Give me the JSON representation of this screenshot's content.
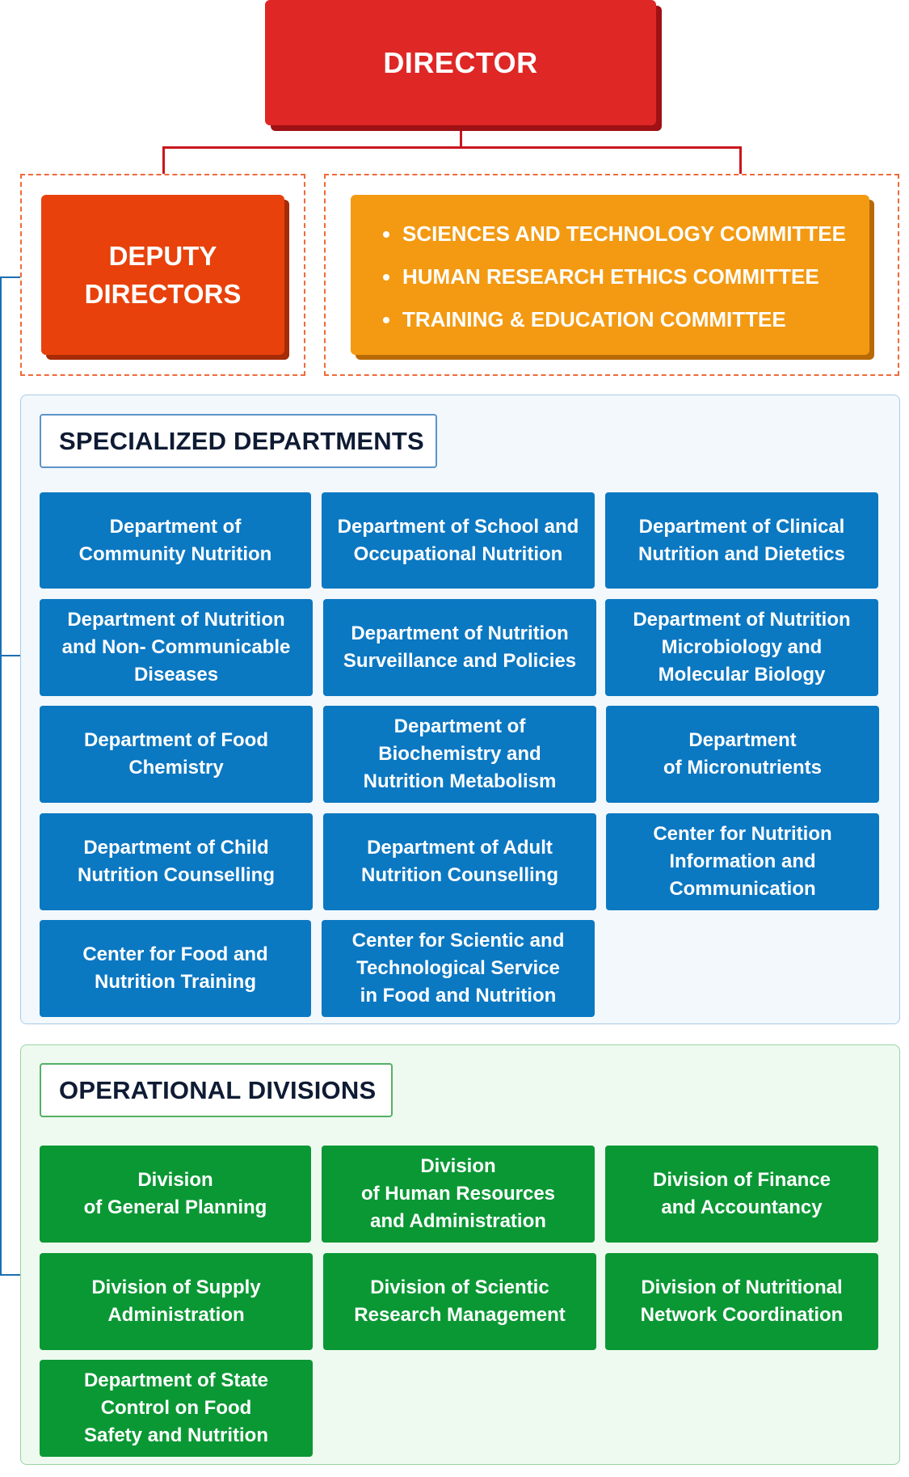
{
  "director": {
    "label": "DIRECTOR"
  },
  "deputy": {
    "line1": "DEPUTY",
    "line2": "DIRECTORS"
  },
  "committees": [
    "SCIENCES AND TECHNOLOGY COMMITTEE",
    "HUMAN RESEARCH ETHICS COMMITTEE",
    "TRAINING & EDUCATION COMMITTEE"
  ],
  "specialized": {
    "title": "SPECIALIZED DEPARTMENTS",
    "items": [
      "Department of\nCommunity Nutrition",
      "Department of School and\nOccupational Nutrition",
      "Department of Clinical\nNutrition and Dietetics",
      "Department of Nutrition\nand Non- Communicable\nDiseases",
      "Department of Nutrition\nSurveillance and Policies",
      "Department of Nutrition\nMicrobiology and\nMolecular Biology",
      "Department of Food\nChemistry",
      "Department of\nBiochemistry and\nNutrition Metabolism",
      "Department\nof Micronutrients",
      "Department of Child\nNutrition Counselling",
      "Department of Adult\nNutrition Counselling",
      "Center for Nutrition\nInformation and\nCommunication",
      "Center for Food and\nNutrition Training",
      "Center for Scientic and\nTechnological Service\nin Food and Nutrition"
    ]
  },
  "operational": {
    "title": "OPERATIONAL DIVISIONS",
    "items": [
      "Division\nof General Planning",
      "Division\nof Human Resources\nand Administration",
      "Division of Finance\nand Accountancy",
      "Division of Supply\nAdministration",
      "Division of Scientic\nResearch Management",
      "Division of Nutritional\nNetwork Coordination",
      "Department of State\nControl on Food\nSafety and Nutrition"
    ]
  },
  "colors": {
    "director": "#df2726",
    "deputy": "#e8410b",
    "committees": "#f39a12",
    "department": "#0b78c2",
    "division": "#0a9834"
  }
}
